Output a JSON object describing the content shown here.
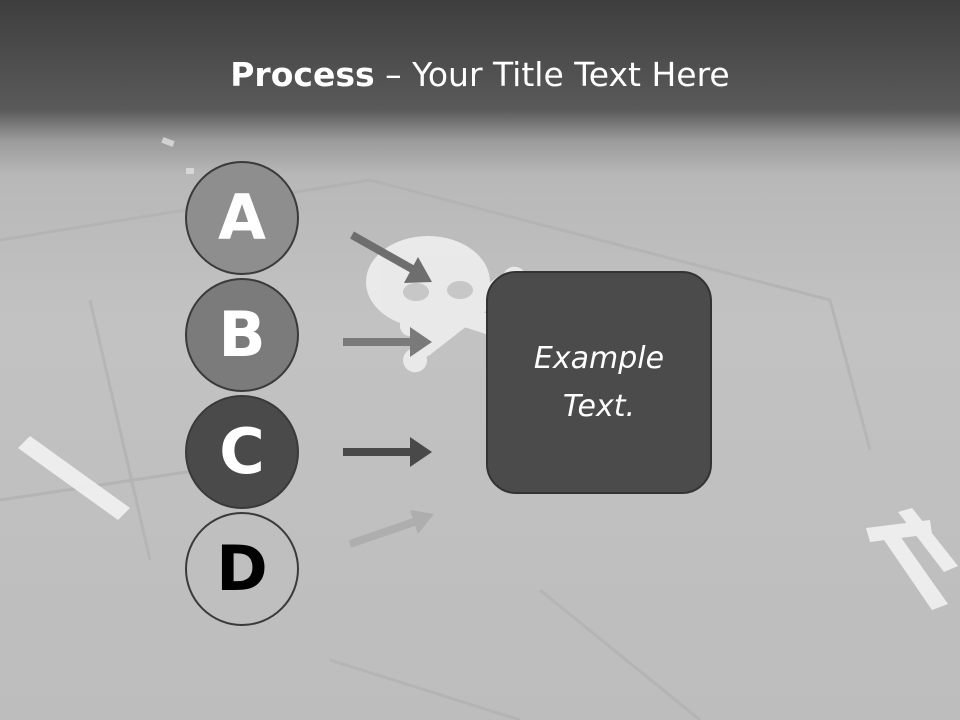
{
  "title": {
    "strong": "Process",
    "rest": " – Your Title Text Here"
  },
  "steps": [
    {
      "letter": "A"
    },
    {
      "letter": "B"
    },
    {
      "letter": "C"
    },
    {
      "letter": "D"
    }
  ],
  "result_box": {
    "text": "Example Text."
  },
  "colors": {
    "header": "#3e3e3e",
    "background": "#c2c2c2",
    "circle_a": "#8e8e8e",
    "circle_b": "#7b7b7b",
    "circle_c": "#4a4a4a",
    "circle_d": "#bfbfbf",
    "box": "#4b4b4b"
  },
  "icons": [
    "skull-crossbones-icon",
    "arrow-right-icon"
  ]
}
